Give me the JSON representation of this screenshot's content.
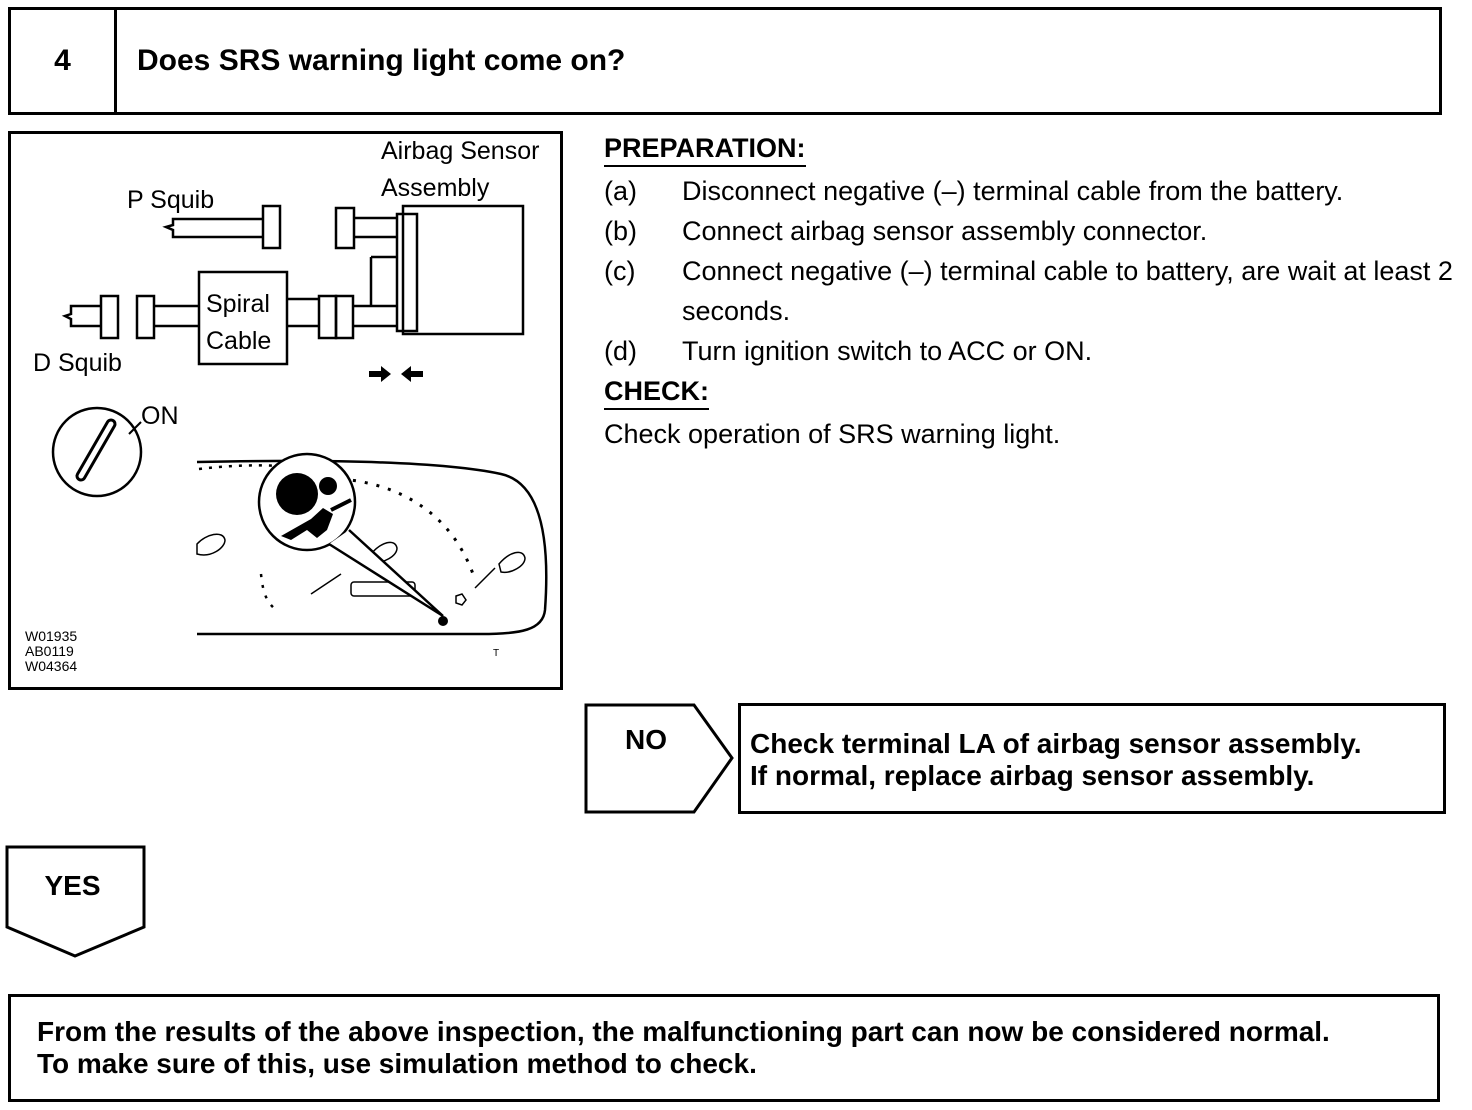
{
  "step": {
    "number": "4",
    "question": "Does SRS warning light come on?"
  },
  "figure": {
    "labels": {
      "airbag_sensor_line1": "Airbag Sensor",
      "airbag_sensor_line2": "Assembly",
      "p_squib": "P Squib",
      "d_squib": "D Squib",
      "spiral_line1": "Spiral",
      "spiral_line2": "Cable",
      "on": "ON"
    },
    "codes": [
      "W01935",
      "AB0119",
      "W04364"
    ],
    "corner_mark": "T"
  },
  "preparation": {
    "heading": "PREPARATION:",
    "steps": [
      {
        "letter": "(a)",
        "text": "Disconnect negative (–) terminal cable from the battery."
      },
      {
        "letter": "(b)",
        "text": "Connect airbag sensor assembly connector."
      },
      {
        "letter": "(c)",
        "text": "Connect negative (–) terminal cable to battery, are wait at least 2 seconds."
      },
      {
        "letter": "(d)",
        "text": "Turn ignition switch to ACC or ON."
      }
    ]
  },
  "check": {
    "heading": "CHECK:",
    "text": "Check operation of SRS warning light."
  },
  "no_branch": {
    "label": "NO",
    "result_line1": "Check terminal LA of airbag sensor assembly.",
    "result_line2": "If normal, replace airbag sensor assembly."
  },
  "yes_branch": {
    "label": "YES"
  },
  "conclusion": {
    "line1": "From the results of the above inspection, the malfunctioning part can now be considered normal.",
    "line2": "To make sure of this, use simulation method to check."
  }
}
